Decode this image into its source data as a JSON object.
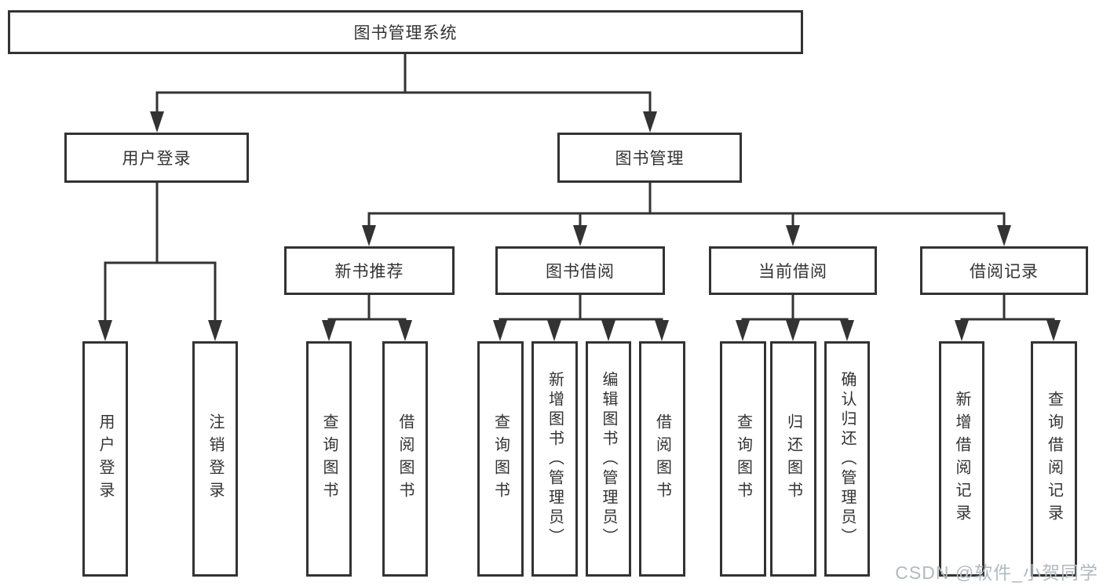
{
  "diagram": {
    "title": "图书管理系统",
    "nodes": [
      {
        "id": "root",
        "label": "图书管理系统",
        "shape": "horizontal",
        "parent": null
      },
      {
        "id": "user-login",
        "label": "用户登录",
        "shape": "horizontal",
        "parent": "root"
      },
      {
        "id": "book-mgmt",
        "label": "图书管理",
        "shape": "horizontal",
        "parent": "root"
      },
      {
        "id": "new-book",
        "label": "新书推荐",
        "shape": "horizontal",
        "parent": "book-mgmt"
      },
      {
        "id": "book-borrow",
        "label": "图书借阅",
        "shape": "horizontal",
        "parent": "book-mgmt"
      },
      {
        "id": "current-borrow",
        "label": "当前借阅",
        "shape": "horizontal",
        "parent": "book-mgmt"
      },
      {
        "id": "borrow-record",
        "label": "借阅记录",
        "shape": "horizontal",
        "parent": "book-mgmt"
      },
      {
        "id": "login",
        "label": "用户登录",
        "shape": "vertical",
        "parent": "user-login"
      },
      {
        "id": "logout",
        "label": "注销登录",
        "shape": "vertical",
        "parent": "user-login"
      },
      {
        "id": "nb-query",
        "label": "查询图书",
        "shape": "vertical",
        "parent": "new-book"
      },
      {
        "id": "nb-borrow",
        "label": "借阅图书",
        "shape": "vertical",
        "parent": "new-book"
      },
      {
        "id": "bb-query",
        "label": "查询图书",
        "shape": "vertical",
        "parent": "book-borrow"
      },
      {
        "id": "bb-add",
        "label": "新增图书（管理员）",
        "shape": "vertical",
        "parent": "book-borrow"
      },
      {
        "id": "bb-edit",
        "label": "编辑图书（管理员）",
        "shape": "vertical",
        "parent": "book-borrow"
      },
      {
        "id": "bb-borrow",
        "label": "借阅图书",
        "shape": "vertical",
        "parent": "book-borrow"
      },
      {
        "id": "cb-query",
        "label": "查询图书",
        "shape": "vertical",
        "parent": "current-borrow"
      },
      {
        "id": "cb-return",
        "label": "归还图书",
        "shape": "vertical",
        "parent": "current-borrow"
      },
      {
        "id": "cb-confirm",
        "label": "确认归还（管理员）",
        "shape": "vertical",
        "parent": "current-borrow"
      },
      {
        "id": "br-add",
        "label": "新增借阅记录",
        "shape": "vertical",
        "parent": "borrow-record"
      },
      {
        "id": "br-query",
        "label": "查询借阅记录",
        "shape": "vertical",
        "parent": "borrow-record"
      }
    ]
  },
  "watermark": {
    "text": "CSDN @软件_小贺同学"
  },
  "colors": {
    "line": "#333333",
    "box_border": "#333333",
    "text": "#333333",
    "background": "#ffffff",
    "watermark_text": "#b2bac0"
  }
}
